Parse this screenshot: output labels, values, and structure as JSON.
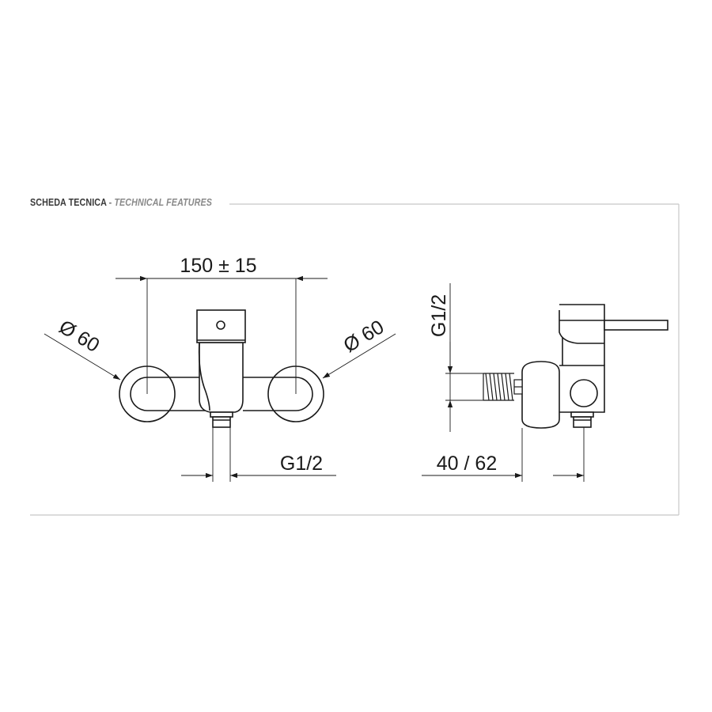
{
  "header": {
    "title_main": "SCHEDA TECNICA",
    "separator": " - ",
    "title_sub": "TECHNICAL FEATURES"
  },
  "front_view": {
    "width_dimension": "150 ± 15",
    "left_diameter": "Ø 60",
    "right_diameter": "Ø 60",
    "outlet_thread": "G1/2"
  },
  "side_view": {
    "inlet_thread": "G1/2",
    "projection": "40 / 62"
  },
  "colors": {
    "line": "#1a1a1a",
    "frame": "#c8c8c8",
    "header_main": "#3a3a3a",
    "header_sub": "#8a8a8a"
  }
}
